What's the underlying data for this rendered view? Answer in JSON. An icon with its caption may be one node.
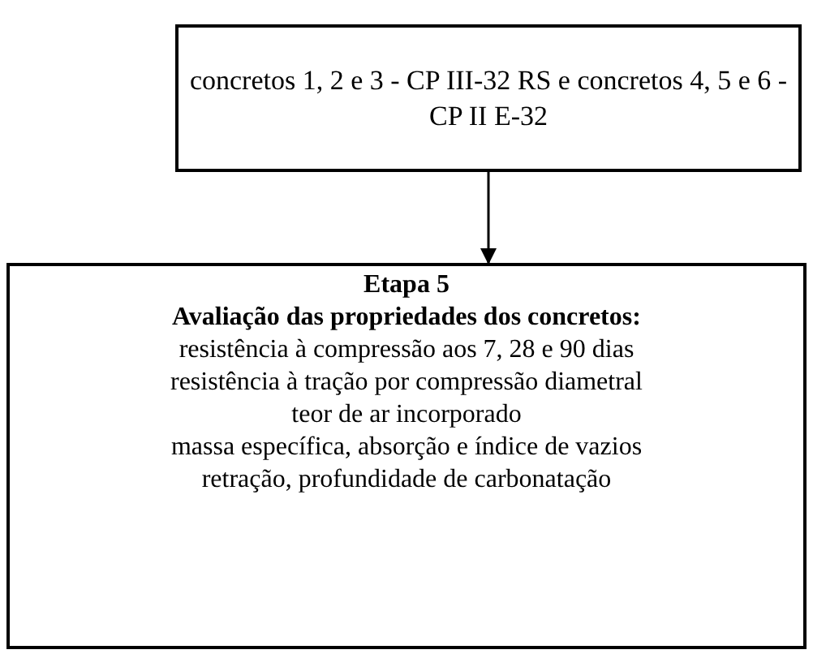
{
  "diagram": {
    "nodes": [
      {
        "text": [
          "concretos 1, 2 e 3 - CP III-32 RS e concretos 4, 5 e 6 - CP II E-32"
        ]
      },
      {
        "text": [
          "Etapa 5",
          "Avaliação das propriedades dos concretos:",
          "resistência à compressão aos 7, 28 e 90 dias",
          "resistência à tração por compressão diametral",
          "teor de ar incorporado",
          "massa específica, absorção e índice de vazios",
          "retração, profundidade de carbonatação"
        ]
      }
    ],
    "edges": [
      {
        "from": 0,
        "to": 1,
        "arrow": "to"
      }
    ]
  }
}
